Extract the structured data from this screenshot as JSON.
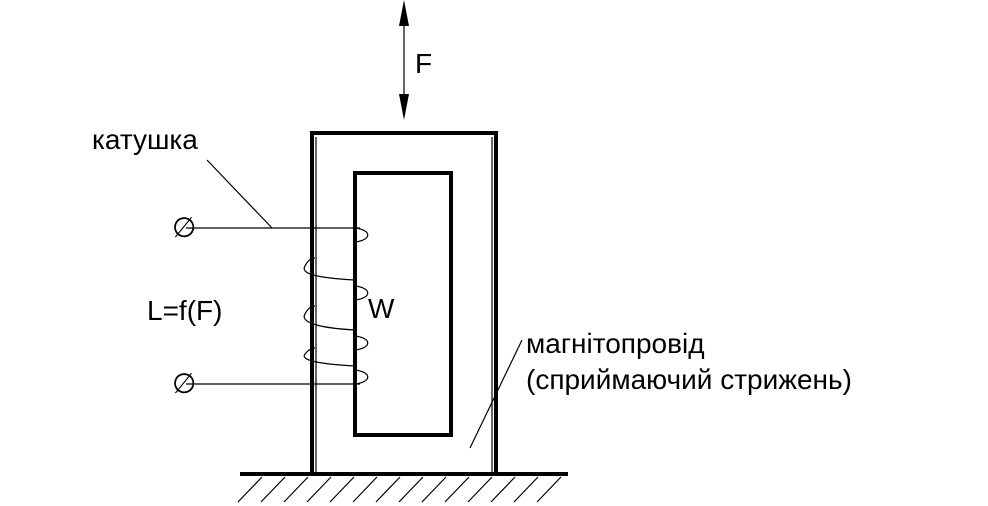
{
  "labels": {
    "force": "F",
    "coil": "катушка",
    "turns": "W",
    "inductance": "L=f(F)",
    "core_line1": "магнітопровід",
    "core_line2": "(сприймаючий стрижень)"
  },
  "terminal_symbol": "∅",
  "colors": {
    "ink": "#000000",
    "background": "#ffffff"
  }
}
